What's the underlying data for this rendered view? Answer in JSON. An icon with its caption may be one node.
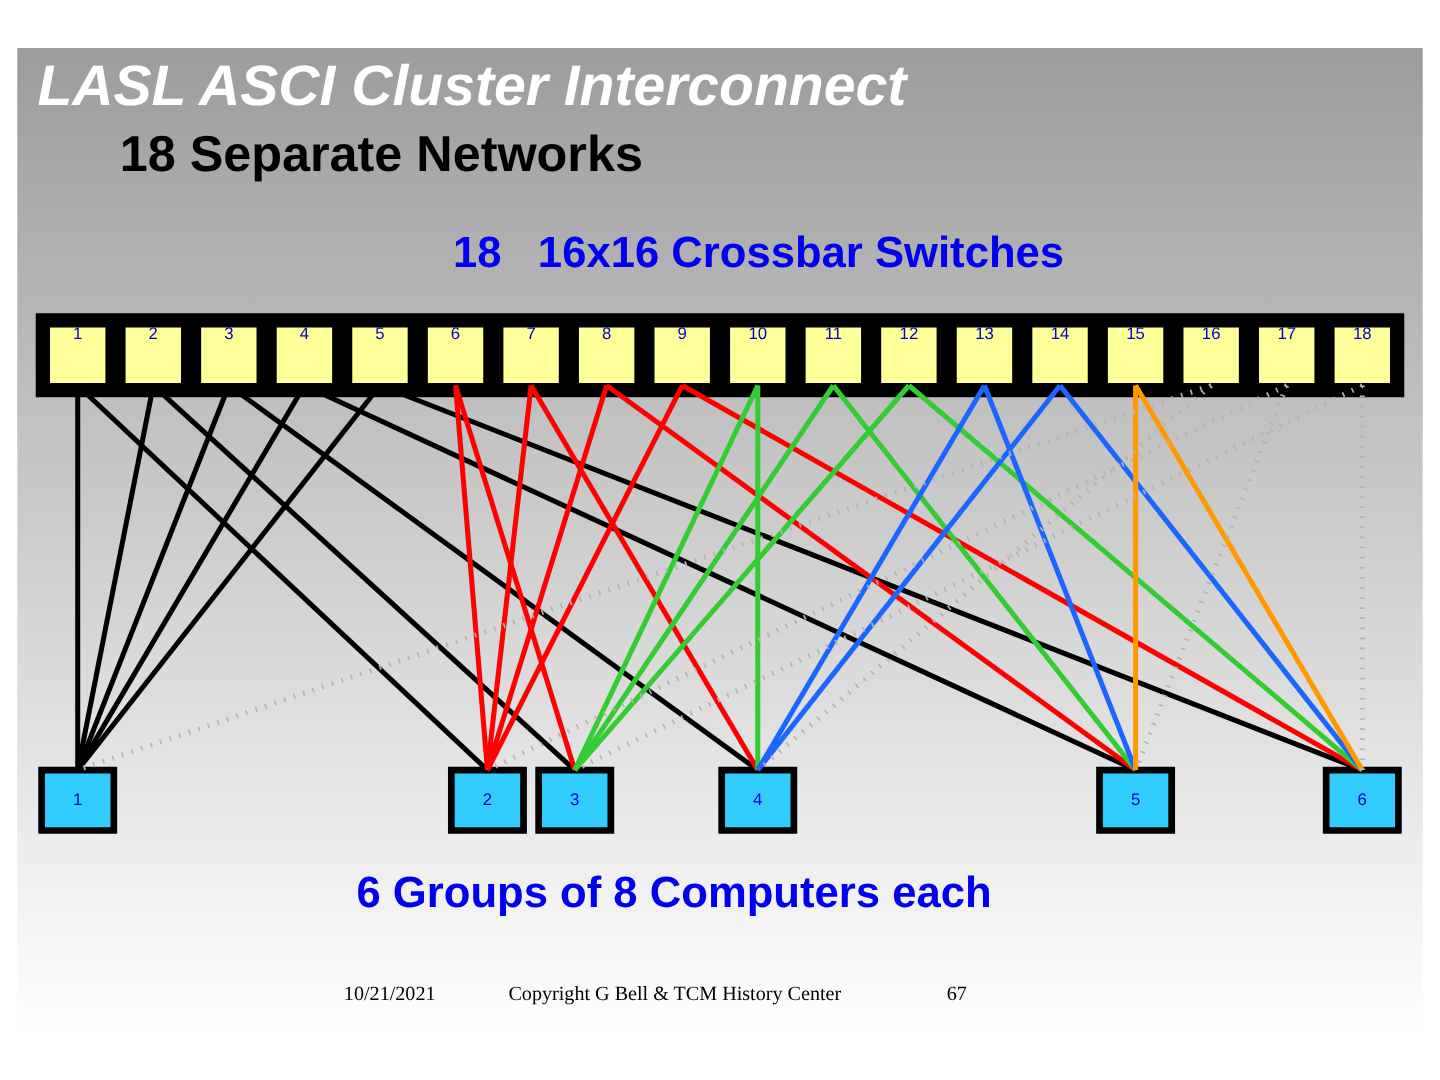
{
  "diagram": {
    "title": "LASL ASCI Cluster Interconnect",
    "nodes": [
      {
        "text": [],
        "shape": "bar"
      },
      {
        "text": [
          "1"
        ],
        "in": 0
      },
      {
        "text": [
          "2"
        ],
        "in": 0
      },
      {
        "text": [
          "3"
        ],
        "in": 0
      },
      {
        "text": [
          "4"
        ],
        "in": 0
      },
      {
        "text": [
          "5"
        ],
        "in": 0
      },
      {
        "text": [
          "6"
        ],
        "in": 0
      },
      {
        "text": [
          "7"
        ],
        "in": 0
      },
      {
        "text": [
          "8"
        ],
        "in": 0
      },
      {
        "text": [
          "9"
        ],
        "in": 0
      },
      {
        "text": [
          "10"
        ],
        "in": 0
      },
      {
        "text": [
          "11"
        ],
        "in": 0
      },
      {
        "text": [
          "12"
        ],
        "in": 0
      },
      {
        "text": [
          "13"
        ],
        "in": 0
      },
      {
        "text": [
          "14"
        ],
        "in": 0
      },
      {
        "text": [
          "15"
        ],
        "in": 0
      },
      {
        "text": [
          "16"
        ],
        "in": 0
      },
      {
        "text": [
          "17"
        ],
        "in": 0
      },
      {
        "text": [
          "18"
        ],
        "in": 0
      },
      {
        "text": [
          "1"
        ]
      },
      {
        "text": [
          "2"
        ]
      },
      {
        "text": [
          "3"
        ]
      },
      {
        "text": [
          "4"
        ]
      },
      {
        "text": [
          "5"
        ]
      },
      {
        "text": [
          "6"
        ]
      }
    ],
    "edges": [
      {
        "from": 1,
        "to": 19,
        "arrow": "none"
      },
      {
        "from": 1,
        "to": 20,
        "arrow": "none"
      },
      {
        "from": 2,
        "to": 19,
        "arrow": "none"
      },
      {
        "from": 2,
        "to": 21,
        "arrow": "none"
      },
      {
        "from": 3,
        "to": 19,
        "arrow": "none"
      },
      {
        "from": 3,
        "to": 22,
        "arrow": "none"
      },
      {
        "from": 4,
        "to": 19,
        "arrow": "none"
      },
      {
        "from": 4,
        "to": 23,
        "arrow": "none"
      },
      {
        "from": 5,
        "to": 19,
        "arrow": "none"
      },
      {
        "from": 5,
        "to": 24,
        "arrow": "none"
      },
      {
        "from": 6,
        "to": 20,
        "arrow": "none",
        "color": "#ff0000"
      },
      {
        "from": 6,
        "to": 21,
        "arrow": "none",
        "color": "#ff0000"
      },
      {
        "from": 7,
        "to": 20,
        "arrow": "none",
        "color": "#ff0000"
      },
      {
        "from": 7,
        "to": 22,
        "arrow": "none",
        "color": "#ff0000"
      },
      {
        "from": 8,
        "to": 20,
        "arrow": "none",
        "color": "#ff0000"
      },
      {
        "from": 8,
        "to": 23,
        "arrow": "none",
        "color": "#ff0000"
      },
      {
        "from": 9,
        "to": 20,
        "arrow": "none",
        "color": "#ff0000"
      },
      {
        "from": 9,
        "to": 24,
        "arrow": "none",
        "color": "#ff0000"
      },
      {
        "from": 10,
        "to": 21,
        "arrow": "none",
        "color": "#33cc33"
      },
      {
        "from": 10,
        "to": 22,
        "arrow": "none",
        "color": "#33cc33"
      },
      {
        "from": 11,
        "to": 21,
        "arrow": "none",
        "color": "#33cc33"
      },
      {
        "from": 11,
        "to": 23,
        "arrow": "none",
        "color": "#33cc33"
      },
      {
        "from": 12,
        "to": 21,
        "arrow": "none",
        "color": "#33cc33"
      },
      {
        "from": 12,
        "to": 24,
        "arrow": "none",
        "color": "#33cc33"
      },
      {
        "from": 13,
        "to": 22,
        "arrow": "none",
        "color": "#1a66ff"
      },
      {
        "from": 13,
        "to": 23,
        "arrow": "none",
        "color": "#1a66ff"
      },
      {
        "from": 14,
        "to": 22,
        "arrow": "none",
        "color": "#1a66ff"
      },
      {
        "from": 14,
        "to": 24,
        "arrow": "none",
        "color": "#1a66ff"
      },
      {
        "from": 15,
        "to": 23,
        "arrow": "none",
        "color": "#ff9900"
      },
      {
        "from": 15,
        "to": 24,
        "arrow": "none",
        "color": "#ff9900"
      },
      {
        "from": 16,
        "to": 19,
        "arrow": "none",
        "style": "dashed",
        "color": "#b4b4b4"
      },
      {
        "from": 16,
        "to": 22,
        "arrow": "none",
        "style": "dashed",
        "color": "#b4b4b4"
      },
      {
        "from": 17,
        "to": 20,
        "arrow": "none",
        "style": "dashed",
        "color": "#b4b4b4"
      },
      {
        "from": 17,
        "to": 23,
        "arrow": "none",
        "style": "dashed",
        "color": "#b4b4b4"
      },
      {
        "from": 18,
        "to": 21,
        "arrow": "none",
        "style": "dashed",
        "color": "#b4b4b4"
      },
      {
        "from": 18,
        "to": 24,
        "arrow": "none",
        "style": "dashed",
        "color": "#b4b4b4"
      }
    ],
    "labels": [
      "18 Separate Networks",
      "18   16x16 Crossbar Switches",
      "6 Groups of 8 Computers each",
      "10/21/2021",
      "Copyright G Bell & TCM History Center",
      "67"
    ]
  }
}
